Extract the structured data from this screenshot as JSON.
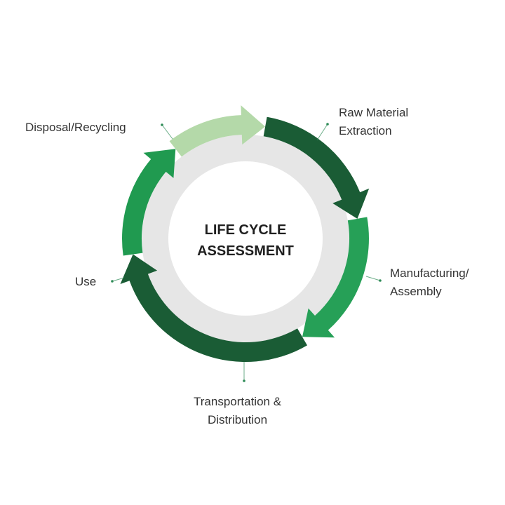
{
  "center_title": {
    "line1": "LIFE CYCLE",
    "line2": "ASSESSMENT"
  },
  "stages": [
    {
      "id": "raw-material",
      "label": "Raw Material\nExtraction",
      "color": "#1a5c35"
    },
    {
      "id": "manufacturing",
      "label": "Manufacturing/\nAssembly",
      "color": "#26a057"
    },
    {
      "id": "transportation",
      "label": "Transportation &\nDistribution",
      "color": "#1a5c35"
    },
    {
      "id": "use",
      "label": "Use",
      "color": "#209a50"
    },
    {
      "id": "disposal",
      "label": "Disposal/Recycling",
      "color": "#b4d9a9"
    }
  ],
  "colors": {
    "inner_ring": "#e6e6e6",
    "leader_line": "#2e8b57",
    "label_text": "#333333"
  }
}
